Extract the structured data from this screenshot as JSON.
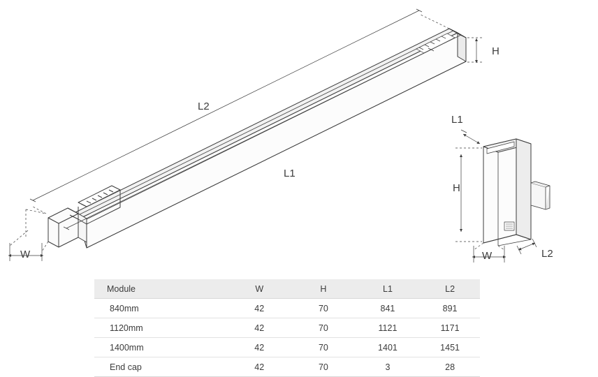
{
  "diagram": {
    "type": "technical-dimension-drawing",
    "labels": {
      "main_l2": "L2",
      "main_l1": "L1",
      "main_h": "H",
      "main_w": "W",
      "side_l1": "L1",
      "side_h": "H",
      "side_w": "W",
      "side_l2": "L2"
    }
  },
  "table": {
    "headers": [
      "Module",
      "W",
      "H",
      "L1",
      "L2"
    ],
    "rows": [
      {
        "module": "840mm",
        "w": "42",
        "h": "70",
        "l1": "841",
        "l2": "891"
      },
      {
        "module": "1120mm",
        "w": "42",
        "h": "70",
        "l1": "1121",
        "l2": "1171"
      },
      {
        "module": "1400mm",
        "w": "42",
        "h": "70",
        "l1": "1401",
        "l2": "1451"
      },
      {
        "module": "End cap",
        "w": "42",
        "h": "70",
        "l1": "3",
        "l2": "28"
      }
    ]
  },
  "colors": {
    "line": "#3c3c3c",
    "fill_light": "#fcfcfc",
    "fill_shade": "#f0f0f0",
    "header_bg": "#ececec",
    "text": "#3c3c3c"
  }
}
